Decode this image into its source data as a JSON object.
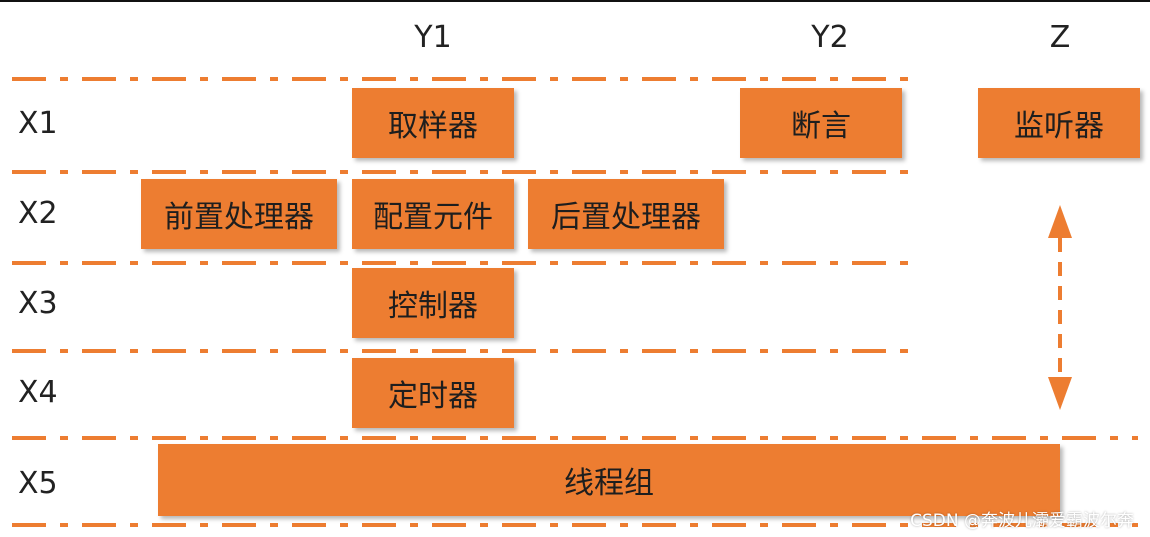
{
  "columns": {
    "y1": "Y1",
    "y2": "Y2",
    "z": "Z"
  },
  "rows": {
    "x1": "X1",
    "x2": "X2",
    "x3": "X3",
    "x4": "X4",
    "x5": "X5"
  },
  "boxes": {
    "sampler": "取样器",
    "assertion": "断言",
    "listener": "监听器",
    "pre_processor": "前置处理器",
    "config_element": "配置元件",
    "post_processor": "后置处理器",
    "controller": "控制器",
    "timer": "定时器",
    "thread_group": "线程组"
  },
  "colors": {
    "accent": "#ed7d31",
    "text": "#1e1e1e"
  },
  "watermark": "CSDN @奔波儿灞爱霸波尔奔"
}
